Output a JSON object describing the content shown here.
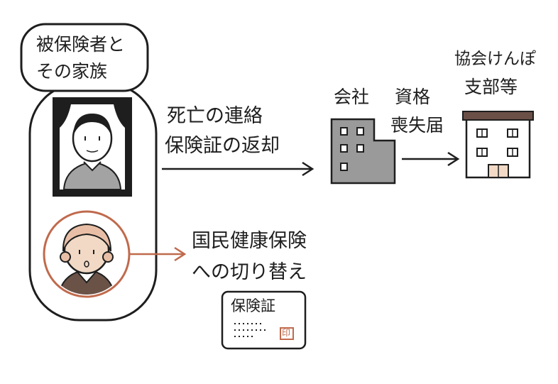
{
  "group_label": [
    "被保険者と",
    "その家族"
  ],
  "event_label": [
    "死亡の連絡",
    "保険証の返却"
  ],
  "company_label": "会社",
  "form_label": [
    "資格",
    "喪失届"
  ],
  "kyokai_label": [
    "協会けんぽ",
    "支部等"
  ],
  "switch_label": [
    "国民健康保険",
    "への切り替え"
  ],
  "card": {
    "title": "保険証",
    "stamp": "印"
  },
  "colors": {
    "ink": "#1e1e1e",
    "accent": "#c06a4d",
    "building_gray": "#9a9a9a",
    "skin": "#f1d9c5",
    "roof": "#6b5048"
  }
}
